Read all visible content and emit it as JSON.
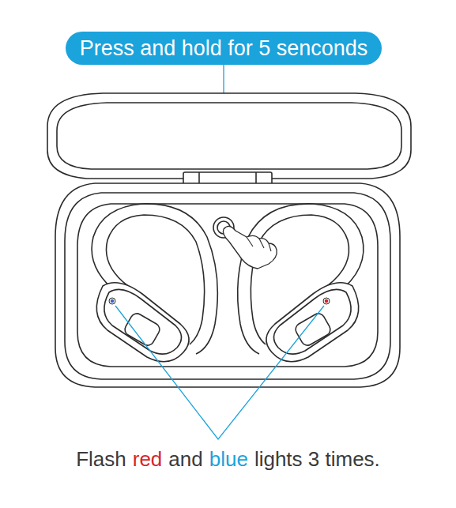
{
  "diagram": {
    "nodes": [
      {
        "text": [
          "Press and hold for 5 senconds"
        ]
      }
    ],
    "labels": [
      "Flash",
      "red",
      "and",
      "blue",
      "lights 3 times."
    ]
  }
}
